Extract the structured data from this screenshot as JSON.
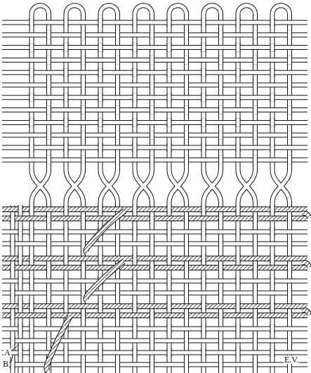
{
  "diagram": {
    "labels": [
      "A",
      "B",
      "E.V."
    ]
  }
}
